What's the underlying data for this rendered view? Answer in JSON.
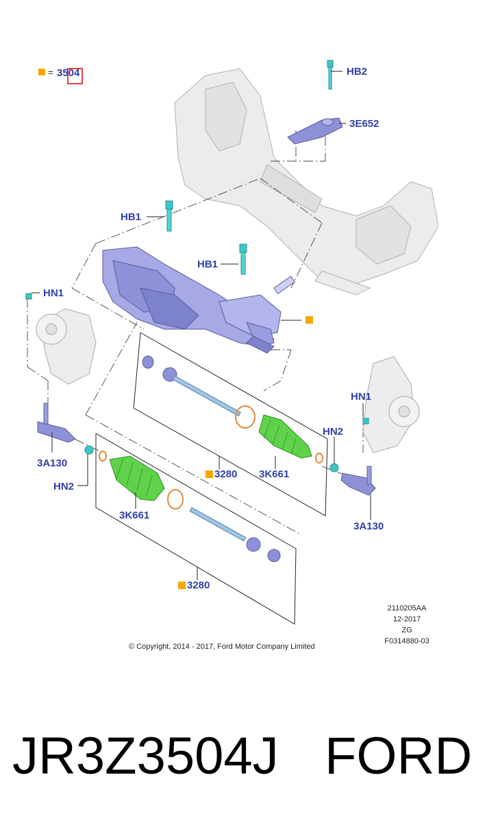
{
  "legend": {
    "symbol_color": "#f5a800",
    "equals": "=",
    "code": "3504"
  },
  "callouts": {
    "hb2": "HB2",
    "e652": "3E652",
    "hb1_a": "HB1",
    "hb1_b": "HB1",
    "hn1_left": "HN1",
    "hn1_right": "HN1",
    "hn2_right": "HN2",
    "hn2_left": "HN2",
    "a130_left": "3A130",
    "a130_right": "3A130",
    "k661_right": "3K661",
    "k661_left": "3K661",
    "p3280_top": "3280",
    "p3280_bottom": "3280"
  },
  "meta": {
    "ref": "2110205AA",
    "date": "12-2017",
    "code": "ZG",
    "figure": "F0314880-03",
    "copyright": "© Copyright, 2014 - 2017, Ford Motor Company Limited"
  },
  "footer": {
    "part_number": "JR3Z3504J",
    "brand": "FORD"
  },
  "colors": {
    "callout_text": "#2f3fa8",
    "gear_purple": "#9a9ee0",
    "fastener_teal": "#3cc8c8",
    "boot_green": "#5fd24a",
    "seal_orange": "#e08a3a",
    "frame_grey": "#e9e9e9",
    "outline": "#8a8a8a"
  }
}
